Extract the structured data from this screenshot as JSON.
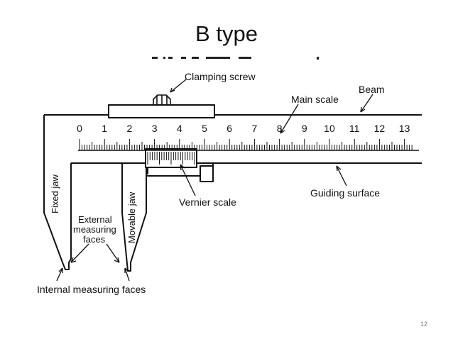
{
  "slide": {
    "title": "B type",
    "page_number": "12"
  },
  "diagram": {
    "scale_numbers": [
      "0",
      "1",
      "2",
      "3",
      "4",
      "5",
      "6",
      "7",
      "8",
      "9",
      "10",
      "11",
      "12",
      "13"
    ],
    "labels": {
      "clamping_screw": "Clamping screw",
      "beam": "Beam",
      "main_scale": "Main scale",
      "guiding_surface": "Guiding surface",
      "vernier_scale": "Vernier scale",
      "fixed_jaw": "Fixed jaw",
      "movable_jaw": "Movable jaw",
      "external_measuring_faces": [
        "External",
        "measuring",
        "faces"
      ],
      "internal_measuring_faces": "Internal measuring faces"
    }
  }
}
